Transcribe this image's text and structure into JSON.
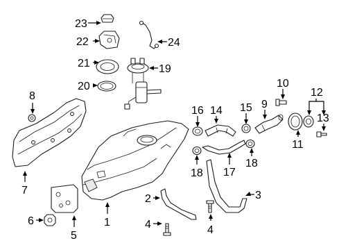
{
  "callouts": {
    "c1": "1",
    "c2": "2",
    "c3": "3",
    "c4a": "4",
    "c4b": "4",
    "c5": "5",
    "c6": "6",
    "c7": "7",
    "c8": "8",
    "c9": "9",
    "c10": "10",
    "c11": "11",
    "c12": "12",
    "c13": "13",
    "c14": "14",
    "c15": "15",
    "c16": "16",
    "c17": "17",
    "c18a": "18",
    "c18b": "18",
    "c19": "19",
    "c20": "20",
    "c21": "21",
    "c22": "22",
    "c23": "23",
    "c24": "24"
  }
}
